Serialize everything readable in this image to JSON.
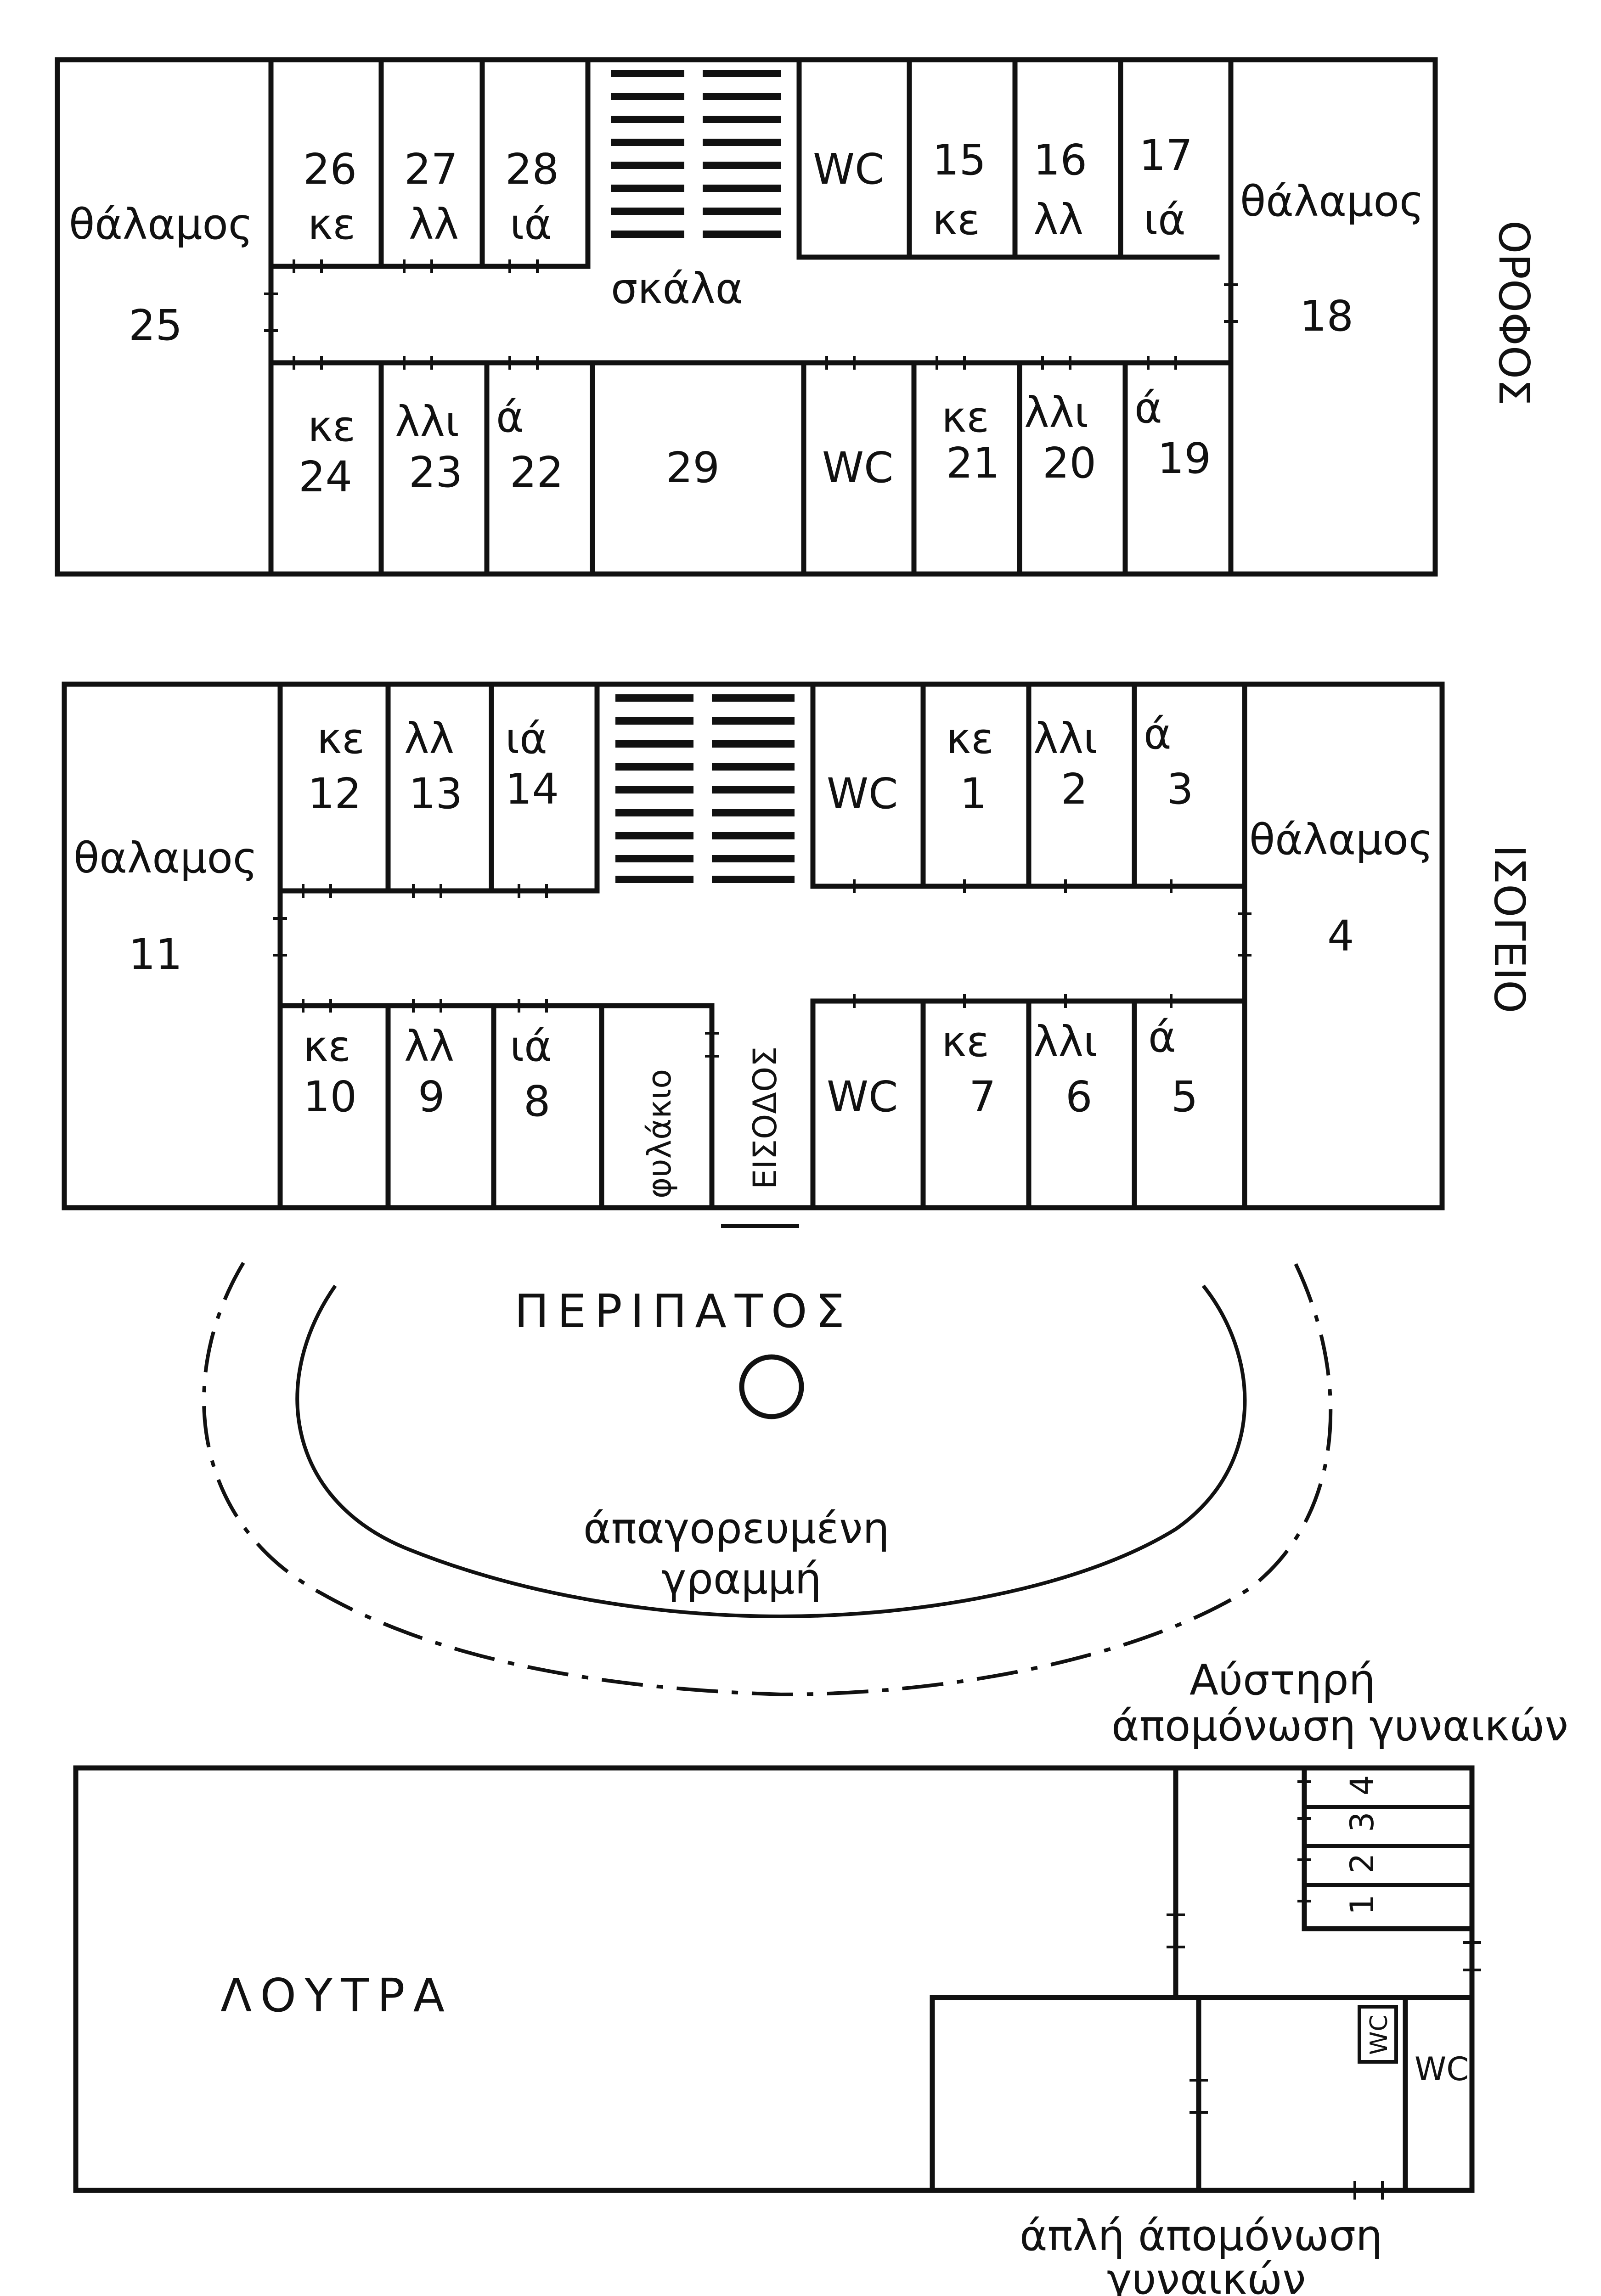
{
  "upper_floor": {
    "floor_label": "ΟΡΟΦΟΣ",
    "rooms": {
      "r25": {
        "title": "θάλαμος",
        "number": "25"
      },
      "r18": {
        "title": "θάλαμος",
        "number": "18"
      },
      "cell26": {
        "number": "26",
        "word": "κε"
      },
      "cell27": {
        "number": "27",
        "word": "λλ"
      },
      "cell28": {
        "number": "28",
        "word": "ιά"
      },
      "stair": {
        "label": "σκάλα"
      },
      "wc_top": {
        "label": "WC"
      },
      "cell15": {
        "number": "15",
        "word": "κε"
      },
      "cell16": {
        "number": "16",
        "word": "λλ"
      },
      "cell17": {
        "number": "17",
        "word": "ιά"
      },
      "cell24": {
        "number": "24",
        "word": "κε"
      },
      "cell23": {
        "number": "23",
        "word": "λλι"
      },
      "cell22": {
        "number": "22",
        "word": "ά"
      },
      "r29": {
        "number": "29"
      },
      "wc_bottom": {
        "label": "WC"
      },
      "cell21": {
        "number": "21",
        "word": "κε"
      },
      "cell20": {
        "number": "20",
        "word": "λλι"
      },
      "cell19": {
        "number": "19",
        "word": "ά"
      }
    }
  },
  "ground_floor": {
    "floor_label": "ΙΣΟΓΕΙΟ",
    "rooms": {
      "r11": {
        "title": "θαλαμος",
        "number": "11"
      },
      "r4": {
        "title": "θάλαμος",
        "number": "4"
      },
      "cell12": {
        "number": "12",
        "word": "κε"
      },
      "cell13": {
        "number": "13",
        "word": "λλ"
      },
      "cell14": {
        "number": "14",
        "word": "ιά"
      },
      "wc_top": {
        "label": "WC"
      },
      "cell1": {
        "number": "1",
        "word": "κε"
      },
      "cell2": {
        "number": "2",
        "word": "λλι"
      },
      "cell3": {
        "number": "3",
        "word": "ά"
      },
      "cell10": {
        "number": "10",
        "word": "κε"
      },
      "cell9": {
        "number": "9",
        "word": "λλ"
      },
      "cell8": {
        "number": "8",
        "word": "ιά"
      },
      "guard": {
        "label": "φυλάκιο"
      },
      "entrance": {
        "label": "ΕΙΣΟΔΟΣ"
      },
      "wc_bottom": {
        "label": "WC"
      },
      "cell7": {
        "number": "7",
        "word": "κε"
      },
      "cell6": {
        "number": "6",
        "word": "λλι"
      },
      "cell5": {
        "number": "5",
        "word": "ά"
      }
    }
  },
  "courtyard": {
    "walk_label": "ΠΕΡΙΠΑΤΟΣ",
    "forbidden_line_1": "άπαγορευμένη",
    "forbidden_line_2": "γραμμή"
  },
  "baths_block": {
    "baths_label": "ΛΟΥΤΡΑ",
    "strict_isolation_1": "Αύστηρή",
    "strict_isolation_2": "άπομόνωση γυναικών",
    "iso_cells": [
      "1",
      "2",
      "3",
      "4"
    ],
    "wc_small": "WC",
    "wc_label": "WC",
    "simple_isolation_1": "άπλή άπομόνωση",
    "simple_isolation_2": "γυναικών"
  }
}
